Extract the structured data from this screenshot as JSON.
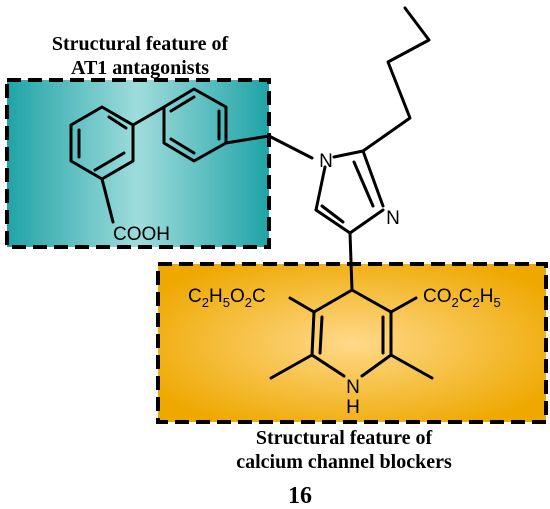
{
  "captions": {
    "at1_line1": "Structural feature of",
    "at1_line2": "AT1 antagonists",
    "ccb_line1": "Structural feature of",
    "ccb_line2": "calcium channel blockers"
  },
  "compound": {
    "number": "16"
  },
  "atoms": {
    "cooh": "COOH",
    "n1": "N",
    "n3": "N",
    "n_ring": "N",
    "h_ring": "H",
    "ester_left": {
      "c": "C",
      "sub1": "2",
      "h": "H",
      "sub2": "5",
      "o": "O",
      "sub3": "2",
      "c_end": "C"
    },
    "ester_right": {
      "co": "CO",
      "sub1": "2",
      "c": "C",
      "sub2": "2",
      "h": "H",
      "sub3": "5"
    }
  },
  "colors": {
    "at1_box": "#1fa3a6",
    "ccb_box": "#eea800"
  }
}
